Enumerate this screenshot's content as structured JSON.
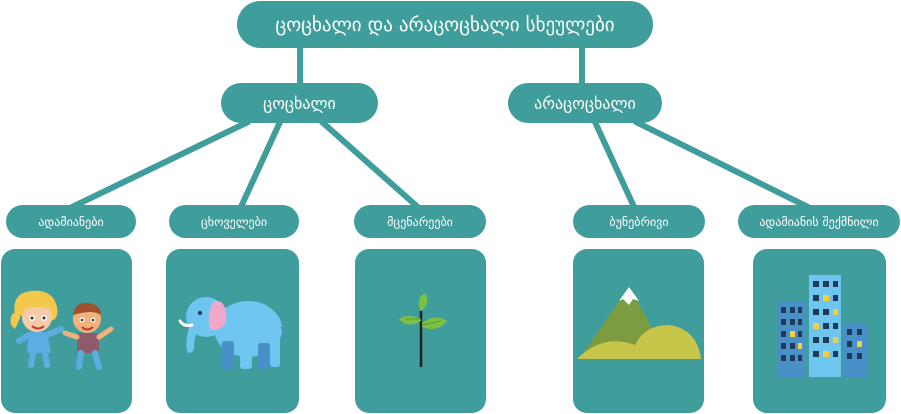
{
  "diagram": {
    "root": {
      "label": "ცოცხალი და არაცოცხალი სხეულები"
    },
    "living": {
      "label": "ცოცხალი",
      "children": [
        {
          "label": "ადამიანები",
          "icon": "children-icon"
        },
        {
          "label": "ცხოველები",
          "icon": "elephant-icon"
        },
        {
          "label": "მცენარეები",
          "icon": "plant-icon"
        }
      ]
    },
    "nonliving": {
      "label": "არაცოცხალი",
      "children": [
        {
          "label": "ბუნებრივი",
          "icon": "mountain-icon"
        },
        {
          "label": "ადამიანის შექმნილი",
          "icon": "buildings-icon"
        }
      ]
    }
  },
  "colors": {
    "node": "#3f9e9b",
    "text": "#ffffff",
    "connector": "#3f9e9b"
  }
}
